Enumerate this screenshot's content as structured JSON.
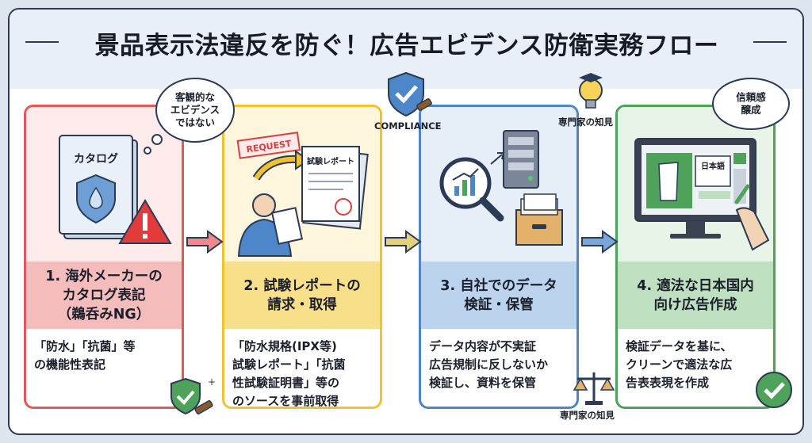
{
  "title": "景品表示法違反を防ぐ！広告エビデンス防衛実務フロー",
  "steps": [
    {
      "heading": "1. 海外メーカーの\nカタログ表記\n（鵜呑みNG）",
      "description": "「防水」「抗菌」等\nの機能性表記",
      "illustration_text": "カタログ",
      "bubble": "客観的な\nエビデンス\nではない",
      "color": "#e05a5a"
    },
    {
      "heading": "2. 試験レポートの\n請求・取得",
      "description": "「防水規格(IPX等)\n試験レポート」「抗菌\n性試験証明書」等の\nのソースを事前取得",
      "illustration_text": "試験レポート",
      "stamp": "REQUEST",
      "color": "#f2c12e"
    },
    {
      "heading": "3. 自社でのデータ\n検証・保管",
      "description": "データ内容が不実証\n広告規制に反しないか\n検証し、資料を保管",
      "color": "#4d86c9"
    },
    {
      "heading": "4. 適法な日本国内\n向け広告作成",
      "description": "検証データを基に、\nクリーンで適法な広\n告表表現を作成",
      "illustration_text": "日本語",
      "bubble": "信頼感\n醸成",
      "color": "#4fa25a"
    }
  ],
  "labels": {
    "compliance": "COMPLIANCE",
    "expert_top": "専門家の知見",
    "expert_bottom": "専門家の知見"
  }
}
